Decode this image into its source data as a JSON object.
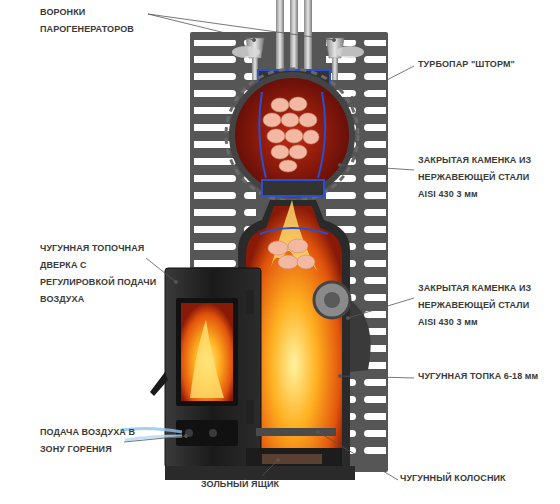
{
  "diagram": {
    "labels": [
      "ВОРОНКИ ПАРОГЕНЕРАТОРОВ",
      "ТУРБОПАР \"ШТОРМ\"",
      "ЗАКРЫТАЯ КАМЕНКА ИЗ НЕРЖАВЕЮЩЕЙ СТАЛИ AISI 430 3 мм",
      "ЧУГУННАЯ ТОПОЧНАЯ ДВЕРКА С РЕГУЛИРОВКОЙ ПОДАЧИ ВОЗДУХА",
      "ЗАКРЫТАЯ КАМЕНКА ИЗ НЕРЖАВЕЮЩЕЙ СТАЛИ AISI 430 3 мм",
      "ЧУГУННАЯ ТОПКА 6-18 мм",
      "ПОДАЧА ВОЗДУХА В ЗОНУ ГОРЕНИЯ",
      "ЗОЛЬНЫЙ ЯЩИК",
      "ЧУГУННЫЙ КОЛОСНИК"
    ]
  }
}
